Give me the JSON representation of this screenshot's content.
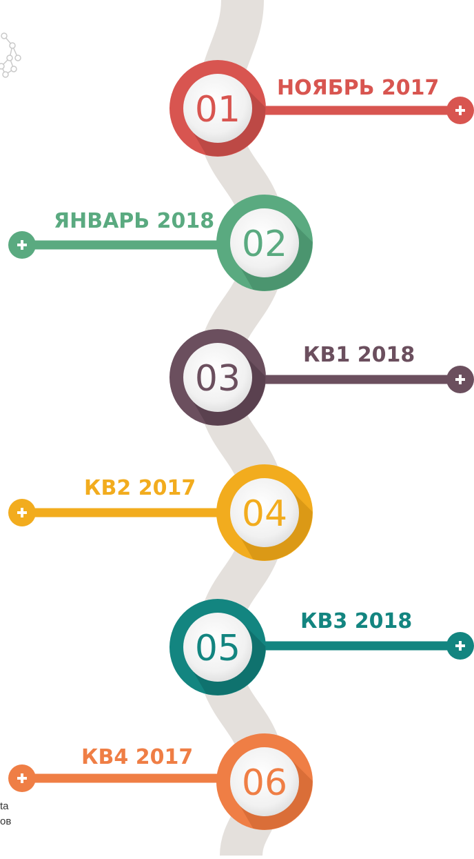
{
  "milestones": [
    {
      "number": "01",
      "label": "НОЯБРЬ 2017",
      "color": "#d85550",
      "dark": "#a8403c",
      "icon": "plus-icon"
    },
    {
      "number": "02",
      "label": "ЯНВАРЬ 2018",
      "color": "#5aaa80",
      "dark": "#3f8461",
      "icon": "plus-icon"
    },
    {
      "number": "03",
      "label": "КВ1 2018",
      "color": "#6b4f5e",
      "dark": "#4c3743",
      "icon": "plus-icon"
    },
    {
      "number": "04",
      "label": "КВ2 2017",
      "color": "#f2ac1e",
      "dark": "#c98a10",
      "icon": "plus-icon"
    },
    {
      "number": "05",
      "label": "КВ3 2018",
      "color": "#138580",
      "dark": "#0d625e",
      "icon": "plus-icon"
    },
    {
      "number": "06",
      "label": "КВ4 2017",
      "color": "#ef7e45",
      "dark": "#c8602e",
      "icon": "plus-icon"
    }
  ],
  "corner_text": {
    "line1": "ta",
    "line2": "ов"
  },
  "road_color": "#e4e0dc"
}
